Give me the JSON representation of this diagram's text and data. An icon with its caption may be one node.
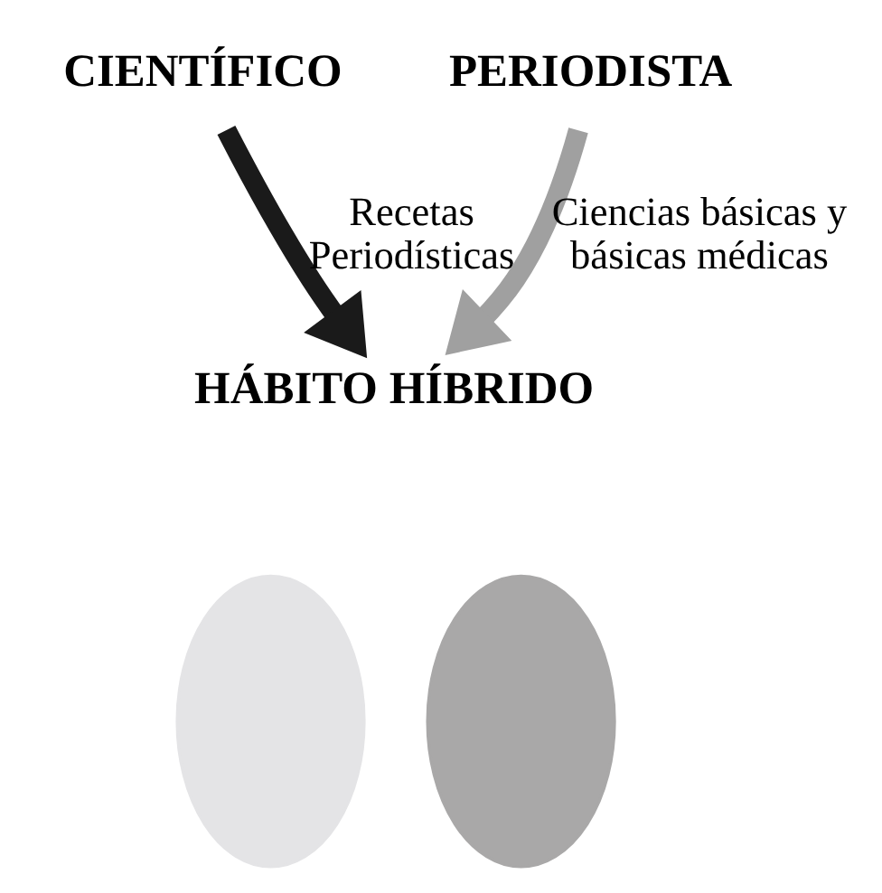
{
  "diagram": {
    "nodes": [
      {
        "text": [
          "CIENTÍFICO"
        ]
      },
      {
        "text": [
          "PERIODISTA"
        ]
      },
      {
        "text": [
          "HÁBITO HÍBRIDO"
        ]
      },
      {
        "text": [],
        "shape": "ellipse"
      },
      {
        "text": [],
        "shape": "ellipse"
      }
    ],
    "edges": [
      {
        "from": 0,
        "to": 2,
        "arrow": "to",
        "label": "Recetas Periodísticas",
        "color": "#1a1a1a"
      },
      {
        "from": 1,
        "to": 2,
        "arrow": "to",
        "label": "Ciencias básicas y básicas médicas",
        "color": "#a0a0a0"
      }
    ]
  }
}
